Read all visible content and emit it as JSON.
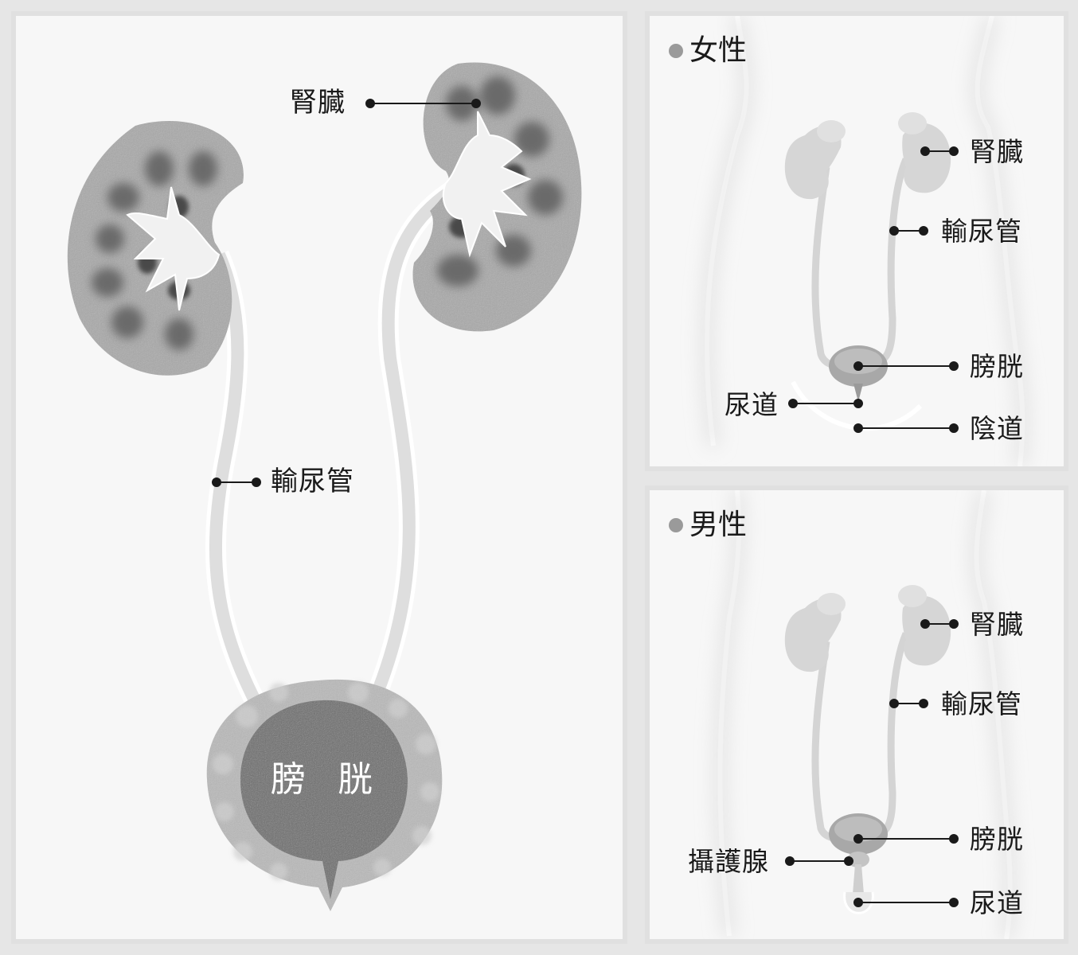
{
  "main": {
    "kidney_label": "腎臓",
    "ureter_label": "輸尿管",
    "bladder_left": "膀",
    "bladder_right": "胱"
  },
  "female": {
    "title": "女性",
    "kidney_label": "腎臓",
    "ureter_label": "輸尿管",
    "bladder_label": "膀胱",
    "urethra_label": "尿道",
    "vagina_label": "陰道"
  },
  "male": {
    "title": "男性",
    "kidney_label": "腎臓",
    "ureter_label": "輸尿管",
    "bladder_label": "膀胱",
    "prostate_label": "攝護腺",
    "urethra_label": "尿道"
  },
  "colors": {
    "background": "#e6e6e6",
    "panel": "#f7f7f7",
    "cortex": "#a9a9a9",
    "pyramid": "#6e6e6e",
    "bladder_fill": "#6c6c6c",
    "leader": "#1a1a1a"
  }
}
